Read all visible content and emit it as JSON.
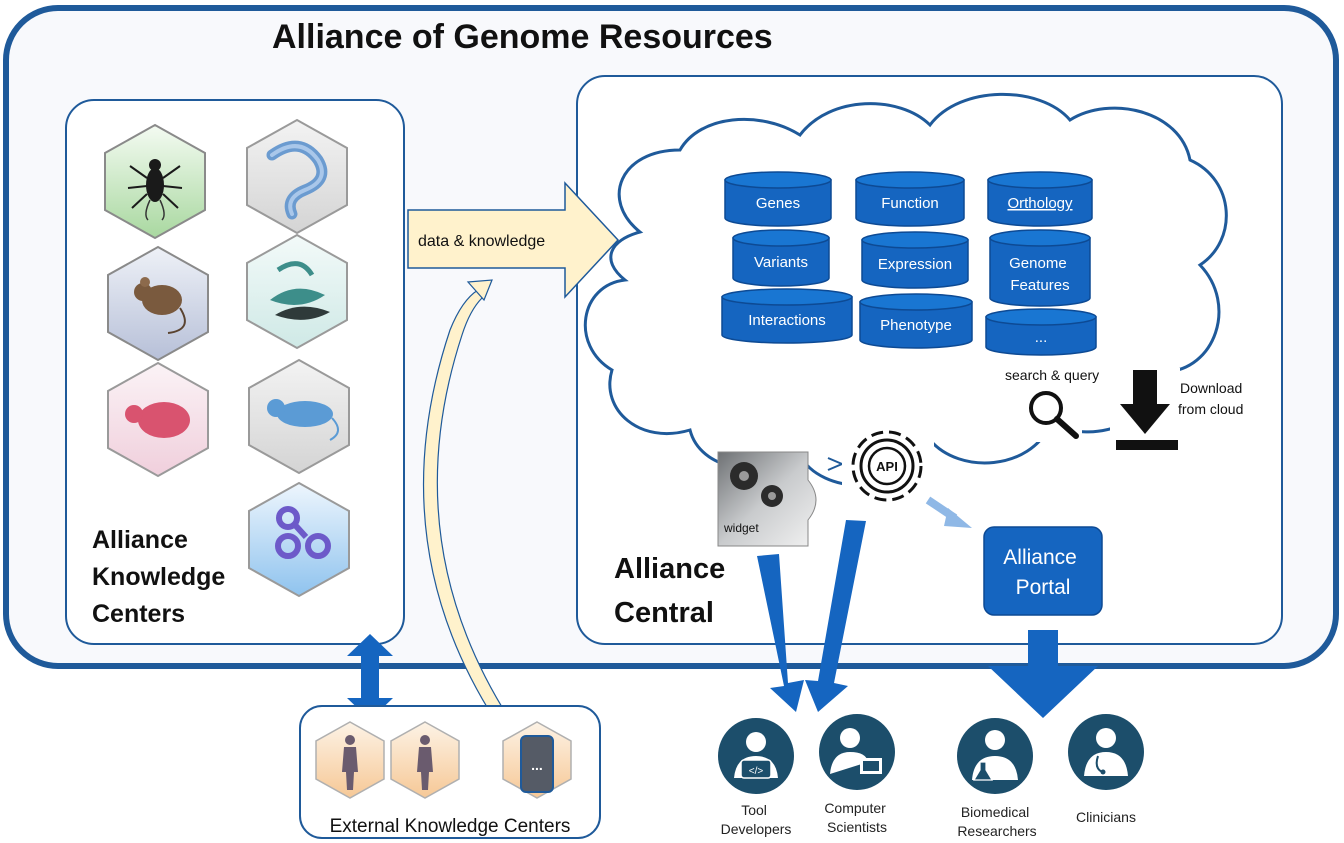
{
  "title": "Alliance of Genome Resources",
  "knowledge_centers": {
    "label_lines": [
      "Alliance",
      "Knowledge",
      "Centers"
    ],
    "icons": [
      "fly-icon",
      "worm-icon",
      "mouse-icon",
      "zebrafish-icon",
      "yeast-icon",
      "rat-icon",
      "gene-ontology-icon"
    ]
  },
  "flow": {
    "data_knowledge": "data & knowledge"
  },
  "central": {
    "label_lines": [
      "Alliance",
      "Central"
    ],
    "databases": {
      "genes": "Genes",
      "function": "Function",
      "orthology": "Orthology",
      "variants": "Variants",
      "expression": "Expression",
      "genome_features_1": "Genome",
      "genome_features_2": "Features",
      "interactions": "Interactions",
      "phenotype": "Phenotype",
      "more": "..."
    },
    "search_query": "search & query",
    "download_1": "Download",
    "download_2": "from cloud",
    "widget": "widget",
    "api": "API",
    "portal_1": "Alliance",
    "portal_2": "Portal"
  },
  "external": {
    "label": "External Knowledge Centers",
    "more": "..."
  },
  "users": {
    "tool_dev_1": "Tool",
    "tool_dev_2": "Developers",
    "comp_sci_1": "Computer",
    "comp_sci_2": "Scientists",
    "biomed_1": "Biomedical",
    "biomed_2": "Researchers",
    "clinicians": "Clinicians"
  },
  "colors": {
    "outline": "#1f5a9a",
    "db_fill": "#1565c0",
    "arrow_fill": "#fff2cc",
    "user_icon": "#1c4e6b"
  }
}
